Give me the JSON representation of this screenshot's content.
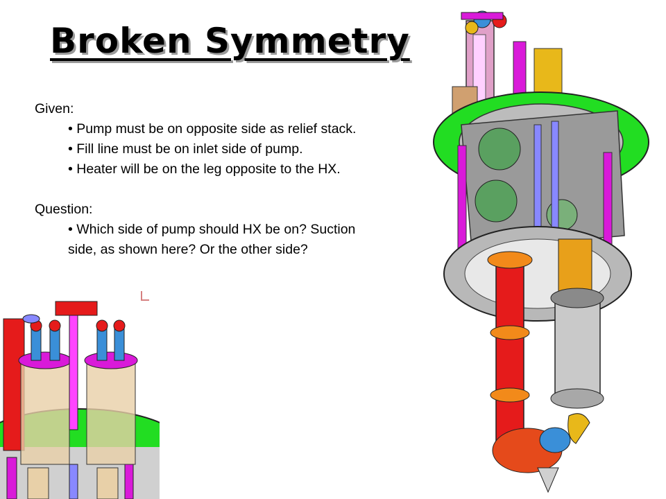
{
  "slide": {
    "title": "Broken Symmetry",
    "given": {
      "heading": "Given:",
      "bullets": [
        "• Pump must be on opposite side as relief stack.",
        "• Fill line must be on inlet side of pump.",
        "• Heater will be on the leg opposite to the HX."
      ]
    },
    "question": {
      "heading": "Question:",
      "bullet_line1": "• Which side of pump should HX be on? Suction",
      "bullet_line2": "side, as shown here? Or the other side?"
    }
  },
  "colors": {
    "flange_green": "#22dd22",
    "ring_gray": "#b8b8b8",
    "pipe_red": "#e51b1b",
    "pump_orange": "#f28a1a",
    "hx_gray": "#c9c9c9",
    "strut_magenta": "#d91ad9",
    "valve_blue": "#3a8fd8",
    "bellows_yellow": "#e8b81a"
  }
}
